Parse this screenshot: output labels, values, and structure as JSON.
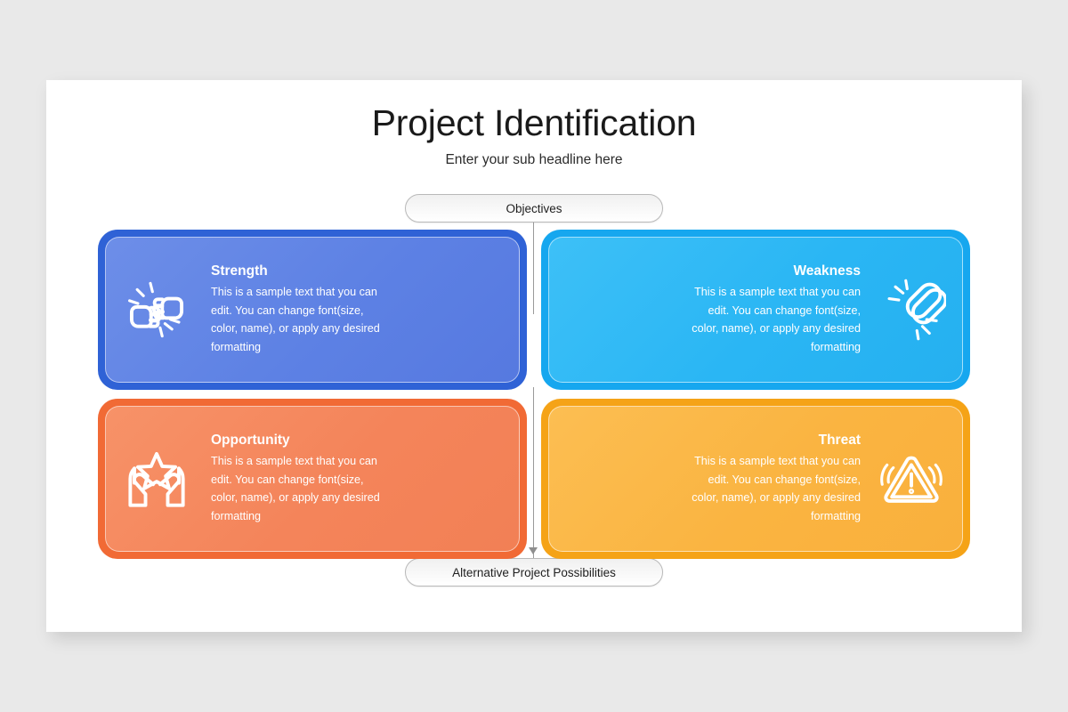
{
  "page": {
    "background_color": "#e9e9e9",
    "slide_background": "#ffffff"
  },
  "header": {
    "title": "Project Identification",
    "subtitle": "Enter your sub headline here"
  },
  "connectors": {
    "top_pill": {
      "label": "Objectives",
      "name": "objectives-pill"
    },
    "bottom_pill": {
      "label": "Alternative Project Possibilities",
      "name": "alternative-project-possibilities-pill"
    }
  },
  "matrix": {
    "type": "swot",
    "quadrants": [
      {
        "key": "strength",
        "heading": "Strength",
        "body": "This is a sample text that you can edit. You can change font(size, color, name), or apply any desired formatting",
        "icon": "fist-bump-icon",
        "align": "left",
        "icon_side": "left",
        "outer_color": "#2f62d6",
        "inner_color": "#5d81e4",
        "text_color": "#ffffff"
      },
      {
        "key": "weakness",
        "heading": "Weakness",
        "body": "This is a sample text that you can edit. You can change font(size, color, name), or apply any desired formatting",
        "icon": "broken-chain-link-icon",
        "align": "right",
        "icon_side": "right",
        "outer_color": "#16a7ef",
        "inner_color": "#2ab6f4",
        "text_color": "#ffffff"
      },
      {
        "key": "opportunity",
        "heading": "Opportunity",
        "body": "This is a sample text that you can edit. You can change font(size, color, name), or apply any desired formatting",
        "icon": "hands-holding-star-icon",
        "align": "left",
        "icon_side": "left",
        "outer_color": "#f16a35",
        "inner_color": "#f4845a",
        "text_color": "#ffffff"
      },
      {
        "key": "threat",
        "heading": "Threat",
        "body": "This is a sample text that you can edit. You can change font(size, color, name), or apply any desired formatting",
        "icon": "warning-triangle-alert-icon",
        "align": "right",
        "icon_side": "right",
        "outer_color": "#f5a317",
        "inner_color": "#fab441",
        "text_color": "#ffffff"
      }
    ]
  }
}
